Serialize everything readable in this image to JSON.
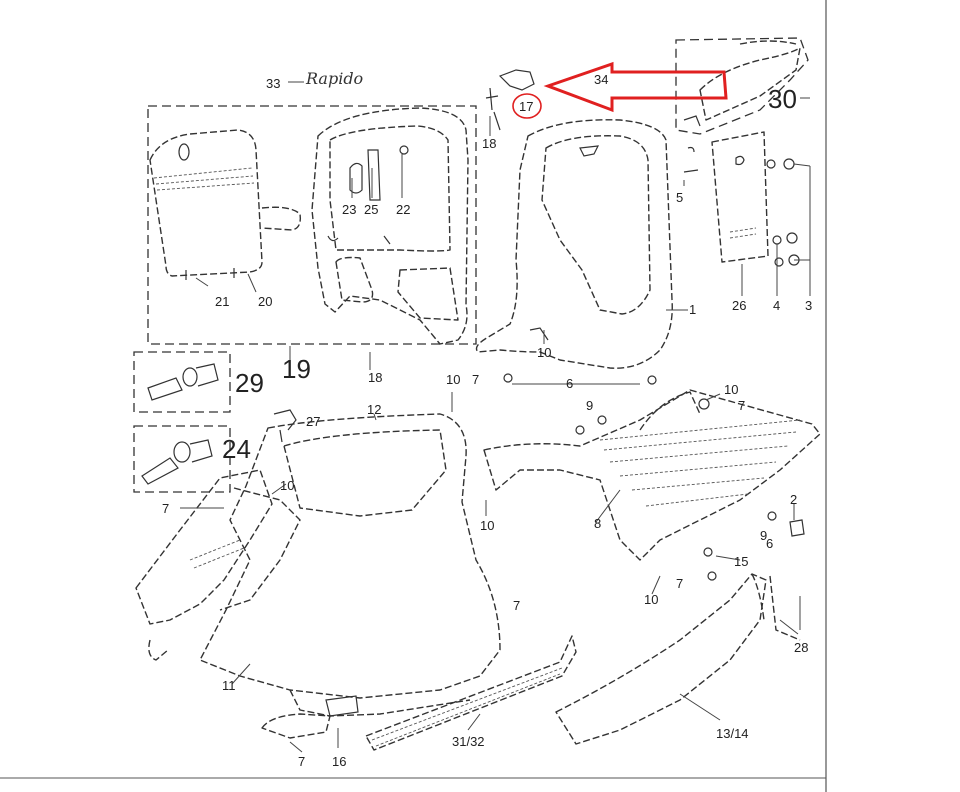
{
  "script_label": "Rapido",
  "callouts": {
    "n1": "1",
    "n2": "2",
    "n3": "3",
    "n4": "4",
    "n5": "5",
    "n6": "6",
    "n7": "7",
    "n8": "8",
    "n9": "9",
    "n10": "10",
    "n11": "11",
    "n12": "12",
    "n13_14": "13/14",
    "n15": "15",
    "n16": "16",
    "n17": "17",
    "n18": "18",
    "n19": "19",
    "n20": "20",
    "n21": "21",
    "n22": "22",
    "n23": "23",
    "n24": "24",
    "n25": "25",
    "n26": "26",
    "n27": "27",
    "n28": "28",
    "n29": "29",
    "n30": "30",
    "n31_32": "31/32",
    "n33": "33",
    "n34": "34"
  },
  "highlight": {
    "target": "17",
    "arrow_color": "#e02020",
    "circle_color": "#e02020"
  }
}
